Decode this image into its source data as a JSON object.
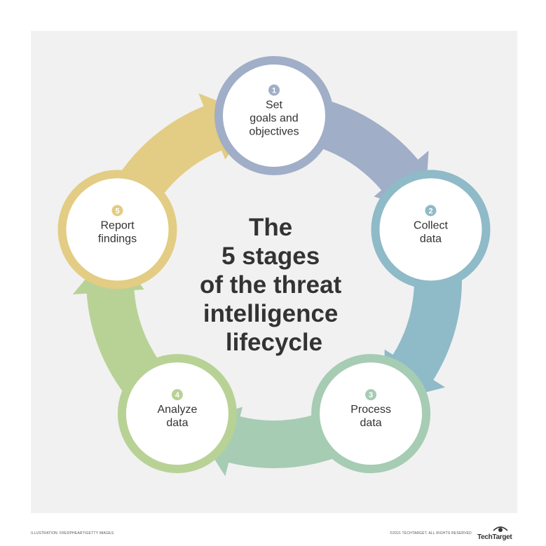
{
  "title": [
    "The",
    "5 stages",
    "of the threat",
    "intelligence",
    "lifecycle"
  ],
  "stages": [
    {
      "number": "1",
      "lines": [
        "Set",
        "goals and",
        "objectives"
      ],
      "color": "#a0aec7"
    },
    {
      "number": "2",
      "lines": [
        "Collect",
        "data"
      ],
      "color": "#8fbac8"
    },
    {
      "number": "3",
      "lines": [
        "Process",
        "data"
      ],
      "color": "#a6ccb3"
    },
    {
      "number": "4",
      "lines": [
        "Analyze",
        "data"
      ],
      "color": "#b8d295"
    },
    {
      "number": "5",
      "lines": [
        "Report",
        "findings"
      ],
      "color": "#e3cc83"
    }
  ],
  "credit_left": "ILLUSTRATION: FREDPHEART/GETTY IMAGES",
  "credit_right": "©2021 TECHTARGET. ALL RIGHTS RESERVED",
  "logo": "TechTarget",
  "colors": {
    "card": "#f1f1f1",
    "text": "#333333",
    "circle_fill": "#ffffff"
  }
}
